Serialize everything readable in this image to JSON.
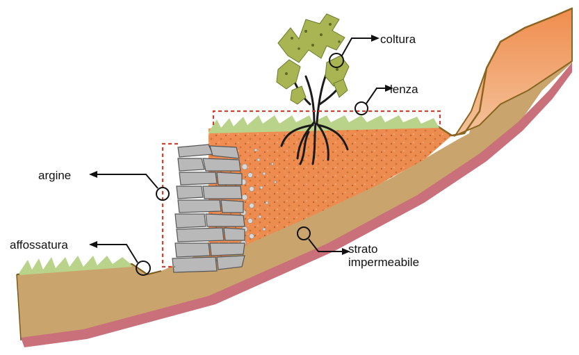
{
  "labels": {
    "coltura": "coltura",
    "lenza": "lenza",
    "argine": "argine",
    "affossatura": "affossatura",
    "strato_line1": "strato",
    "strato_line2": "impermeabile"
  },
  "colors": {
    "subsoil": "#c9a46c",
    "terrace_soil": "#e8924f",
    "impermeable_layer": "#c9707a",
    "stone": "#b9b9b9",
    "grass": "#b9d48a",
    "foliage": "#a9b552",
    "dashed_line": "#d0402c"
  }
}
